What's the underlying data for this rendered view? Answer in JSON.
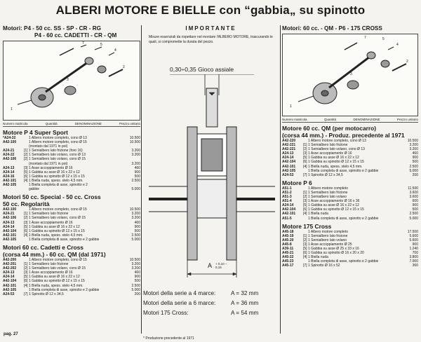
{
  "page": {
    "title": "ALBERI MOTORE E BIELLE con “gabbia„ su spinotto",
    "page_number": "pag. 27"
  },
  "left": {
    "motori_line1": "Motori: P4 - 50 cc. SS - SP - CR - RG",
    "motori_line2": "P4 - 60 cc. CADETTI - CR - QM",
    "col_headers": {
      "code": "Numero\nmatricola",
      "qty": "Quantità",
      "desc": "DENOMINAZIONE",
      "price": "Prezzo\nunitario"
    },
    "sections": [
      {
        "title": "Motore P 4 Super Sport",
        "rows": [
          {
            "code": "*A24-32",
            "qty": "",
            "desc": "1  Albero motore completo, cono Ø 13",
            "price": "10.500"
          },
          {
            "code": "A42-100",
            "qty": "",
            "desc": "1  Albero motore completo, cono Ø 15",
            "price": "10.500"
          },
          {
            "code": "",
            "qty": "",
            "desc": "   (montato dal 1971 in poi)",
            "price": ""
          },
          {
            "code": "A24-21",
            "qty": "[1]",
            "desc": "1  Semialbero lato frizione (foro 16)",
            "price": "3.200"
          },
          {
            "code": "A24-22",
            "qty": "[2]",
            "desc": "1  Semialbero lato volano, cono Ø 13",
            "price": "3.200"
          },
          {
            "code": "A42-106",
            "qty": "[2]",
            "desc": "1  Semialbero lato volano, cono Ø 15",
            "price": ""
          },
          {
            "code": "",
            "qty": "",
            "desc": "   (montato dal 1971 in poi)",
            "price": "3.200"
          },
          {
            "code": "A24-13",
            "qty": "[3]",
            "desc": "1  Asse accoppiamento Ø 16",
            "price": "460"
          },
          {
            "code": "A24-14",
            "qty": "[5]",
            "desc": "1  Gabbia su asse Ø 16 x 22 x 12",
            "price": "900"
          },
          {
            "code": "A24-16",
            "qty": "[6]",
            "desc": "1  Gabbia su spinotto Ø 12 x 15 x 15",
            "price": "500"
          },
          {
            "code": "A42-101",
            "qty": "[4]",
            "desc": "1  Biella nuda, spess. stelo 4,5 mm.",
            "price": "2.500"
          },
          {
            "code": "A42-105",
            "qty": "",
            "desc": "1  Biella completa di asse, spinotto e 2",
            "price": ""
          },
          {
            "code": "",
            "qty": "",
            "desc": "   gabbie",
            "price": "5.000"
          }
        ]
      },
      {
        "title": "Motori 50 cc. Special - 50 cc. Cross",
        "title2": "50 cc. Regolarità",
        "rows": [
          {
            "code": "A42-100",
            "qty": "",
            "desc": "1  Albero motore completo, cono Ø 15",
            "price": "10.500"
          },
          {
            "code": "A24-21",
            "qty": "[1]",
            "desc": "1  Semialbero lato frizione",
            "price": "3.200"
          },
          {
            "code": "A42-106",
            "qty": "[2]",
            "desc": "1  Semialbero lato volano, cono Ø 15",
            "price": "3.200"
          },
          {
            "code": "A24-13",
            "qty": "[3]",
            "desc": "1  Asse accoppiamento Ø 16",
            "price": "460"
          },
          {
            "code": "A24-14",
            "qty": "[5]",
            "desc": "1  Gabbia su asse Ø 16 x 22 x 12",
            "price": "900"
          },
          {
            "code": "A42-104",
            "qty": "[6]",
            "desc": "1  Gabbia su spinotto Ø 12 x 15 x 15",
            "price": "500"
          },
          {
            "code": "A42-101",
            "qty": "[4]",
            "desc": "1  Biella nuda, spess. stelo 4,5 mm.",
            "price": "2.500"
          },
          {
            "code": "A42-105",
            "qty": "",
            "desc": "1  Biella completa di asse, spinotto e 2 gabbie",
            "price": "5.000"
          }
        ]
      },
      {
        "title": "Motori 60 cc. Cadetti e Cross",
        "title2": "(corsa 44 mm.) - 60 cc. QM (dal 1971)",
        "rows": [
          {
            "code": "A42-200",
            "qty": "",
            "desc": "1  Albero motore completo, cono Ø 15",
            "price": "10.500"
          },
          {
            "code": "A42-201",
            "qty": "[1]",
            "desc": "1  Semialbero lato frizione",
            "price": "3.200"
          },
          {
            "code": "A42-202",
            "qty": "[2]",
            "desc": "1  Semialbero lato volano, cono Ø 15",
            "price": "3.200"
          },
          {
            "code": "A24-13",
            "qty": "[3]",
            "desc": "1  Asse accoppiamento Ø 16",
            "price": "460"
          },
          {
            "code": "A24-14",
            "qty": "[5]",
            "desc": "1  Gabbia su asse Ø 16 x 22 x 12",
            "price": "900"
          },
          {
            "code": "A42-104",
            "qty": "[6]",
            "desc": "1  Gabbia su spinotto Ø 12 x 15 x 15",
            "price": "500"
          },
          {
            "code": "A42-101",
            "qty": "[4]",
            "desc": "1  Biella nuda, spess. stelo 4,5 mm.",
            "price": "2.500"
          },
          {
            "code": "A42-105",
            "qty": "",
            "desc": "1  Biella completa di asse, spinotto e 2 gabbie",
            "price": "5.000"
          },
          {
            "code": "A24-53",
            "qty": "[7]",
            "desc": "1  Spinotto Ø 12 x 34,5",
            "price": "200"
          }
        ]
      }
    ]
  },
  "center": {
    "importante_title": "IMPORTANTE",
    "importante_text": "Misure essenziali da rispettare nel montare l'ALBERO MOTORE, trascurando le quali, si compromette la durata del pezzo.",
    "gioco": "0,30÷0,35 Gioco assiale",
    "a_label": "A",
    "a_tol": "+ 0,10 − 0,15",
    "serie": [
      {
        "label": "Motori della serie a 4 marce:",
        "value": "A = 32 mm"
      },
      {
        "label": "Motori della serie a 6 marce:",
        "value": "A = 36 mm"
      },
      {
        "label": "Motori 175 Cross:",
        "value": "A = 54 mm"
      }
    ],
    "footnote": "* Produzione precedente al 1971"
  },
  "right": {
    "motori_line1": "Motori: 60 cc. - QM - P6 - 175 CROSS",
    "col_headers": {
      "code": "Numero\nmatricola",
      "qty": "Quantità",
      "desc": "DENOMINAZIONE",
      "price": "Prezzo\nunitario"
    },
    "sections": [
      {
        "title": "Motore 60 cc. QM (per motocarro)",
        "title2": "(corsa 44 mm.) - Produz. precedente al 1971",
        "rows": [
          {
            "code": "A42-220",
            "qty": "",
            "desc": "1  Albero motore completo, cono Ø 13",
            "price": "10.500"
          },
          {
            "code": "A42-221",
            "qty": "[1]",
            "desc": "1  Semialbero lato frizione",
            "price": "3.200"
          },
          {
            "code": "A42-221",
            "qty": "[2]",
            "desc": "1  Semialbero lato volano, cono Ø 13",
            "price": "3.200"
          },
          {
            "code": "A24-13",
            "qty": "[3]",
            "desc": "1  Asse accoppiamento Ø 16",
            "price": "460"
          },
          {
            "code": "A24-14",
            "qty": "[5]",
            "desc": "1  Gabbia su asse Ø 16 x 22 x 12",
            "price": "900"
          },
          {
            "code": "A42-104",
            "qty": "[6]",
            "desc": "1  Gabbia su spinotto Ø 12 x 15 x 15",
            "price": "500"
          },
          {
            "code": "A42-101",
            "qty": "[4]",
            "desc": "1  Biella nuda, spess. stelo 4,5 mm.",
            "price": "2.500"
          },
          {
            "code": "A42-105",
            "qty": "",
            "desc": "1  Biella completa di asse, spinotto e 2 gabbie",
            "price": "5.000"
          },
          {
            "code": "A24-53",
            "qty": "[7]",
            "desc": "1  Spinotto Ø 12 x 34,5",
            "price": "200"
          }
        ]
      },
      {
        "title": "Motore P 6",
        "rows": [
          {
            "code": "A51-1",
            "qty": "",
            "desc": "1  Albero motore completo",
            "price": "11.500"
          },
          {
            "code": "A51-2",
            "qty": "[1]",
            "desc": "1  Semialbero lato frizione",
            "price": "3.600"
          },
          {
            "code": "A51-3",
            "qty": "[2]",
            "desc": "1  Semialbero lato volano",
            "price": "3.600"
          },
          {
            "code": "A51-4",
            "qty": "[3]",
            "desc": "1  Asse accoppiamento Ø 16 x 36",
            "price": "600"
          },
          {
            "code": "A24-14",
            "qty": "[5]",
            "desc": "1  Gabbia su asse Ø 16 x 22 x 12",
            "price": "900"
          },
          {
            "code": "A42-104",
            "qty": "[6]",
            "desc": "1  Gabbia su spinotto Ø 12 x 15 x 15",
            "price": "500"
          },
          {
            "code": "A42-101",
            "qty": "[4]",
            "desc": "1  Biella nuda",
            "price": "2.500"
          },
          {
            "code": "A51-5",
            "qty": "",
            "desc": "1  Biella completa di asse, spinotto e 2 gabbie",
            "price": "5.000"
          }
        ]
      },
      {
        "title": "Motore 175 Cross",
        "rows": [
          {
            "code": "A45-18",
            "qty": "",
            "desc": "1  Albero motore completo",
            "price": "17.500"
          },
          {
            "code": "A45-19",
            "qty": "[1]",
            "desc": "1  Semialbero lato frizione",
            "price": "5.600"
          },
          {
            "code": "A45-20",
            "qty": "[2]",
            "desc": "1  Semialbero lato volano",
            "price": "5.600"
          },
          {
            "code": "A45-8",
            "qty": "[3]",
            "desc": "1  Asse accoppiamento Ø 25",
            "price": "900"
          },
          {
            "code": "A39-11",
            "qty": "[5]",
            "desc": "1  Gabbia su asse Ø 25 x 33 x 16",
            "price": "1.240"
          },
          {
            "code": "A45-21",
            "qty": "[6]",
            "desc": "1  Gabbia su spinotto Ø 16 x 20 x 20",
            "price": "700"
          },
          {
            "code": "A45-22",
            "qty": "[4]",
            "desc": "1  Biella nuda",
            "price": "3.800"
          },
          {
            "code": "A45-23",
            "qty": "",
            "desc": "1  Biella completa di asse, spinotto e 2 gabbie",
            "price": "7.000"
          },
          {
            "code": "A45-17",
            "qty": "[7]",
            "desc": "1  Spinotto Ø 16 x 52",
            "price": "360"
          }
        ]
      }
    ]
  }
}
